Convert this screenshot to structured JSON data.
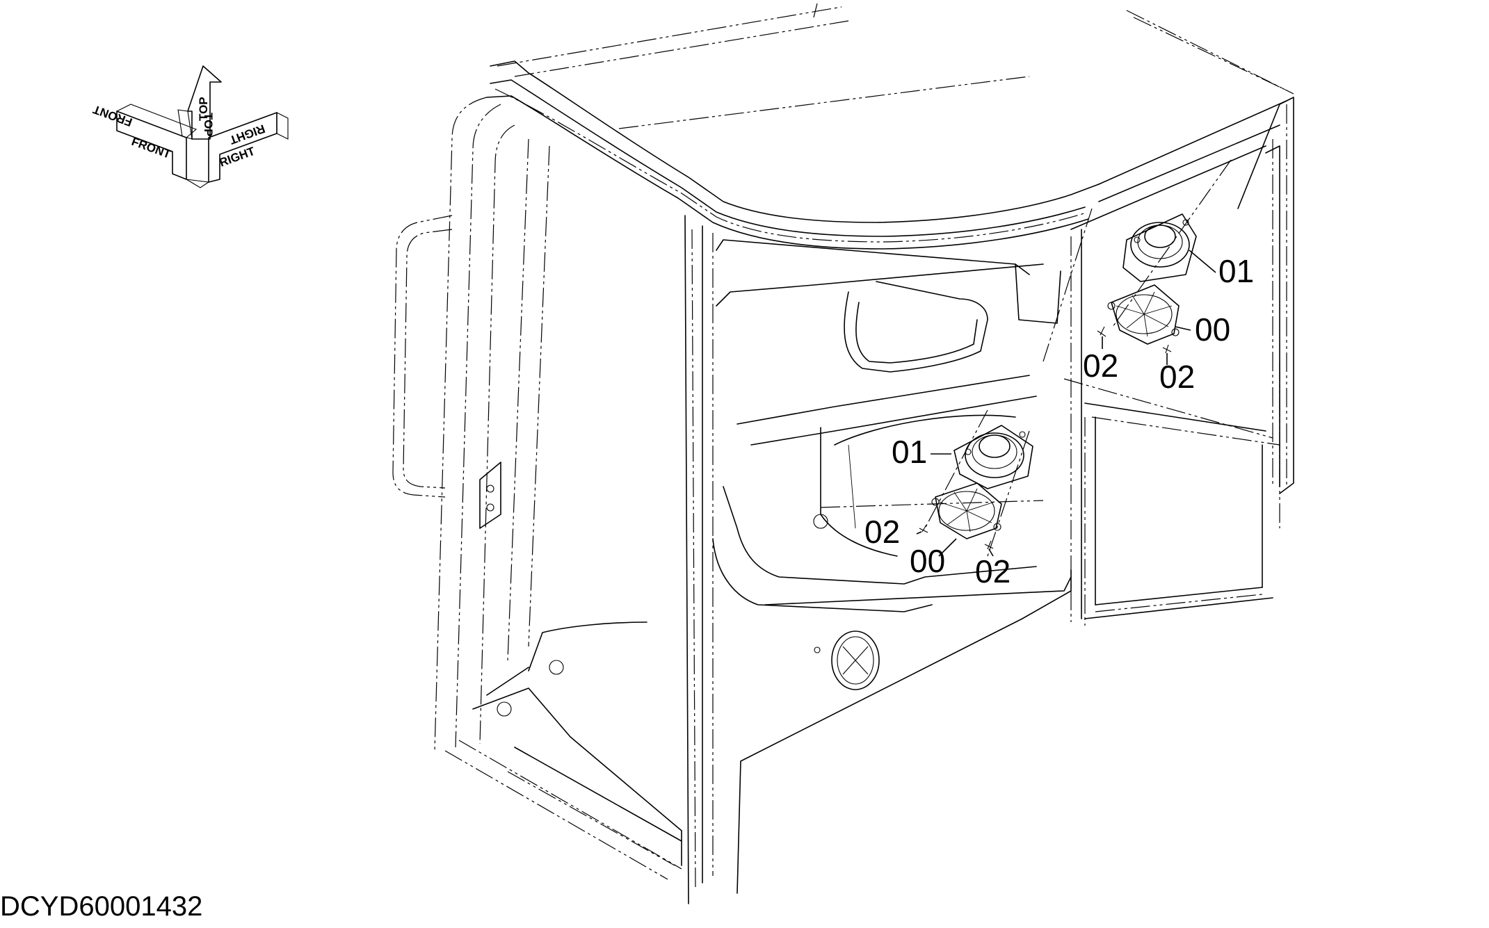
{
  "orientation": {
    "front": "FRONT",
    "top": "TOP",
    "right": "RIGHT"
  },
  "callouts": {
    "upper_speaker": "01",
    "upper_cover": "00",
    "upper_screw_left": "02",
    "upper_screw_right": "02",
    "lower_speaker": "01",
    "lower_screw_left": "02",
    "lower_cover": "00",
    "lower_screw_right": "02"
  },
  "drawing_code": "DCYD60001432"
}
